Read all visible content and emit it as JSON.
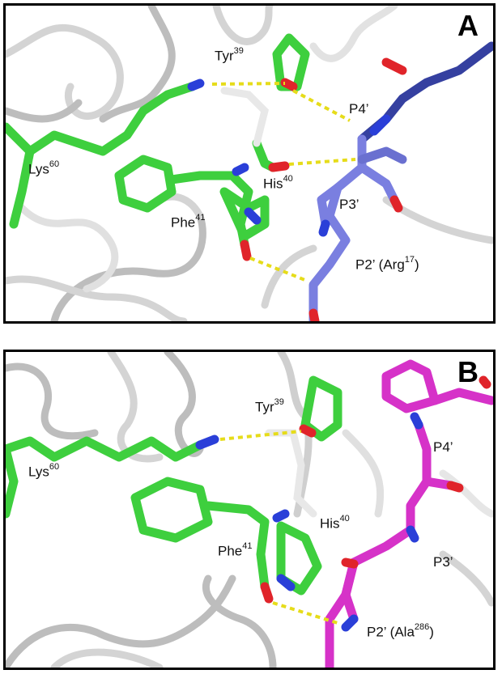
{
  "panels": [
    {
      "letter": "A",
      "labels": {
        "tyr": {
          "name": "Tyr",
          "sup": "39"
        },
        "lys": {
          "name": "Lys",
          "sup": "60"
        },
        "his": {
          "name": "His",
          "sup": "40"
        },
        "phe": {
          "name": "Phe",
          "sup": "41"
        },
        "p4": {
          "name": "P4’"
        },
        "p3": {
          "name": "P3’"
        },
        "p2": {
          "name": "P2’ (Arg",
          "sup": "17",
          "suffix": ")"
        }
      }
    },
    {
      "letter": "B",
      "labels": {
        "tyr": {
          "name": "Tyr",
          "sup": "39"
        },
        "lys": {
          "name": "Lys",
          "sup": "60"
        },
        "his": {
          "name": "His",
          "sup": "40"
        },
        "phe": {
          "name": "Phe",
          "sup": "41"
        },
        "p4": {
          "name": "P4’"
        },
        "p3": {
          "name": "P3’"
        },
        "p2": {
          "name": "P2’ (Ala",
          "sup": "286",
          "suffix": ")"
        }
      }
    }
  ],
  "colors": {
    "enzyme_carbon": "#3ecf3e",
    "substrate_a_carbon": "#7a7fe0",
    "substrate_b_carbon": "#d632c8",
    "nitrogen": "#2a3fd8",
    "oxygen": "#e0242a",
    "hbond": "#e6dc1a",
    "backbone": "#c8c8c8"
  }
}
